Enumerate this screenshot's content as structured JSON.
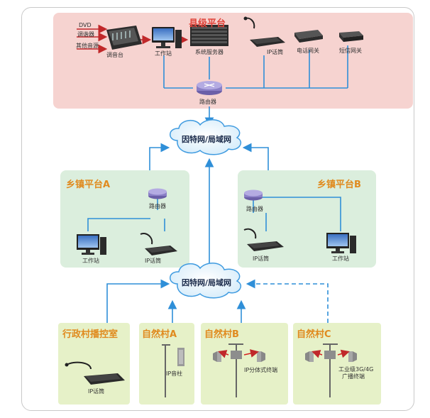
{
  "county": {
    "title": "县级平台",
    "inputs": [
      "DVD",
      "调谐器",
      "其他音源"
    ],
    "devices": {
      "mixer": "调音台",
      "workstation": "工作站",
      "server": "系统服务器",
      "ip_mic": "IP话筒",
      "phone_gateway": "电话网关",
      "sms_gateway": "短信网关",
      "router": "路由器"
    }
  },
  "network_top": {
    "label": "因特网/局域网"
  },
  "network_bottom": {
    "label": "因特网/局域网"
  },
  "town_a": {
    "title": "乡镇平台A",
    "router": "路由器",
    "workstation": "工作站",
    "ip_mic": "IP话筒"
  },
  "town_b": {
    "title": "乡镇平台B",
    "router": "路由器",
    "ip_mic": "IP话筒",
    "workstation": "工作站"
  },
  "villages": [
    {
      "title": "行政村播控室",
      "device": "IP话筒"
    },
    {
      "title": "自然村A",
      "device": "IP音柱"
    },
    {
      "title": "自然村B",
      "device": "IP分体式终端"
    },
    {
      "title": "自然村C",
      "device_line1": "工业级3G/4G",
      "device_line2": "广播终端"
    }
  ],
  "colors": {
    "county_bg": "#f6d3d0",
    "town_bg": "#dbeedd",
    "village_bg": "#e6f1c8",
    "link_blue": "#2f8fd8",
    "title_red": "#e0433a",
    "title_orange": "#e08a1e"
  }
}
